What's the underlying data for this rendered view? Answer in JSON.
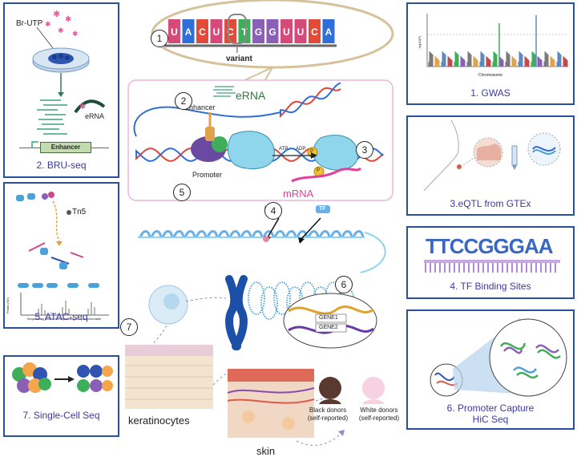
{
  "panels": {
    "bru": {
      "caption": "2. BRU-seq",
      "br_utp": "Br-UTP",
      "erna": "eRNA",
      "enhancer": "Enhancer"
    },
    "atac": {
      "caption": "5. ATAC-seq",
      "tn5": "Tn5",
      "yaxis": "Peaks (Nb)",
      "xaxis": "Sequencing peaks corresponding to open chromatin"
    },
    "singlecell": {
      "caption": "7. Single-Cell Seq"
    },
    "gwas": {
      "caption": "1.  GWAS",
      "xaxis": "Chromosome",
      "yaxis": "-log10(P)"
    },
    "eqtl": {
      "caption": "3.eQTL from GTEx"
    },
    "tf": {
      "caption": "4. TF Binding Sites",
      "motif": "TTCCGGGAA"
    },
    "hic": {
      "caption": "6. Promoter Capture HiC Seq",
      "line1": "6. Promoter Capture",
      "line2": "HiC Seq"
    }
  },
  "center": {
    "sequence": [
      "U",
      "A",
      "C",
      "U",
      "C",
      "T",
      "G",
      "G",
      "U",
      "U",
      "C",
      "A"
    ],
    "variant": "variant",
    "erna": "eRNA",
    "enhancer": "Enhancer",
    "promoter": "Promoter",
    "atp": "ATP",
    "adp": "ADP",
    "p": "P",
    "mrna": "mRNA",
    "tf": "TF",
    "gene1": "GENE1",
    "gene2": "GENE2",
    "keratinocytes": "keratinocytes",
    "skin": "skin",
    "black_donors": "Black donors (self-reported)",
    "white_donors": "White donors (self-reported)",
    "numbers": [
      "1",
      "2",
      "3",
      "4",
      "5",
      "6",
      "7"
    ]
  },
  "colors": {
    "panel_border": "#2a4f9e",
    "caption": "#3d3a9e",
    "dna_red": "#e0453a",
    "dna_blue": "#2f6fd6",
    "mrna": "#e0409a"
  }
}
